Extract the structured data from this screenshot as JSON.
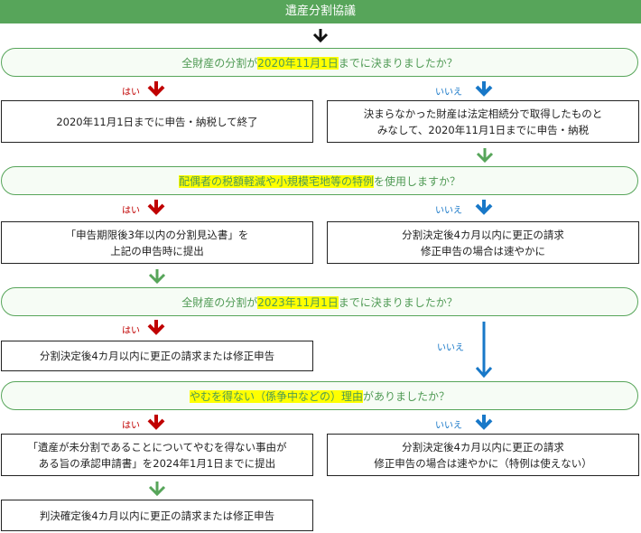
{
  "header": {
    "title": "遺産分割協議"
  },
  "labels": {
    "yes": "はい",
    "no": "いいえ"
  },
  "colors": {
    "green": "#57a55a",
    "yes": "#c00000",
    "no": "#1878c8",
    "highlight": "#ffff00"
  },
  "q1": {
    "pre": "全財産の分割が",
    "hl": "2020年11月1日",
    "post": "までに決まりましたか？"
  },
  "b1_yes": {
    "text": "2020年11月1日までに申告・納税して終了"
  },
  "b1_no": {
    "line1": "決まらなかった財産は法定相続分で取得したものと",
    "line2": "みなして、2020年11月1日までに申告・納税"
  },
  "q2": {
    "pre": "",
    "hl": "配偶者の税額軽減や小規模宅地等の特例",
    "post": "を使用しますか？"
  },
  "b2_yes": {
    "line1": "「申告期限後3年以内の分割見込書」を",
    "line2": "上記の申告時に提出"
  },
  "b2_no": {
    "line1": "分割決定後4カ月以内に更正の請求",
    "line2": "修正申告の場合は速やかに"
  },
  "q3": {
    "pre": "全財産の分割が",
    "hl": "2023年11月1日",
    "post": "までに決まりましたか？"
  },
  "b3_yes": {
    "text": "分割決定後4カ月以内に更正の請求または修正申告"
  },
  "q4": {
    "pre": "",
    "hl": "やむを得ない（係争中などの）理由",
    "post": "がありましたか？"
  },
  "b4_yes": {
    "line1": "「遺産が未分割であることについてやむを得ない事由が",
    "line2": "ある旨の承認申請書」を2024年1月1日までに提出"
  },
  "b4_no": {
    "line1": "分割決定後4カ月以内に更正の請求",
    "line2": "修正申告の場合は速やかに（特例は使えない）"
  },
  "b5": {
    "text": "判決確定後4カ月以内に更正の請求または修正申告"
  }
}
